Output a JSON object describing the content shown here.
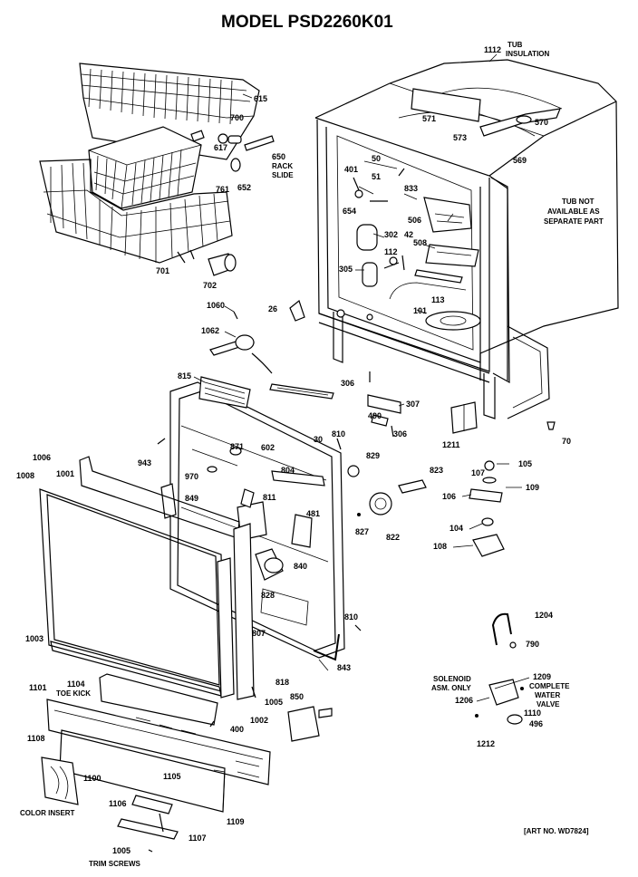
{
  "title": "MODEL PSD2260K01",
  "art_number": "[ART NO. WD7824]",
  "captions": {
    "tub_insulation": [
      "TUB",
      "INSULATION"
    ],
    "rack_slide": [
      "RACK",
      "SLIDE"
    ],
    "tub_not_available": [
      "TUB NOT",
      "AVAILABLE AS",
      "SEPARATE PART"
    ],
    "toe_kick": "TOE KICK",
    "color_insert": "COLOR INSERT",
    "trim_screws": "TRIM SCREWS",
    "solenoid": [
      "SOLENOID",
      "ASM. ONLY"
    ],
    "complete_water_valve": [
      "COMPLETE",
      "WATER",
      "VALVE"
    ]
  },
  "parts": {
    "p1112": "1112",
    "p615": "615",
    "p700": "700",
    "p617": "617",
    "p650": "650",
    "p652": "652",
    "p761": "761",
    "p701": "701",
    "p702": "702",
    "p571": "571",
    "p573": "573",
    "p570": "570",
    "p569": "569",
    "p50": "50",
    "p51": "51",
    "p401": "401",
    "p833": "833",
    "p654": "654",
    "p506": "506",
    "p302": "302",
    "p42": "42",
    "p508": "508",
    "p112": "112",
    "p305": "305",
    "p113": "113",
    "p101": "101",
    "p26": "26",
    "p1060": "1060",
    "p1062": "1062",
    "p815": "815",
    "p306a": "306",
    "p307": "307",
    "p490": "490",
    "p306b": "306",
    "p1211": "1211",
    "p70": "70",
    "p810a": "810",
    "p30": "30",
    "p943": "943",
    "p871": "871",
    "p602": "602",
    "p804": "804",
    "p829": "829",
    "p823": "823",
    "p107": "107",
    "p105": "105",
    "p109": "109",
    "p106": "106",
    "p104": "104",
    "p108": "108",
    "p1006": "1006",
    "p1008": "1008",
    "p1001": "1001",
    "p970": "970",
    "p849": "849",
    "p811": "811",
    "p481": "481",
    "p827": "827",
    "p822": "822",
    "p840": "840",
    "p828": "828",
    "p807": "807",
    "p810b": "810",
    "p843": "843",
    "p1003": "1003",
    "p1204": "1204",
    "p790": "790",
    "p1104": "1104",
    "p1101": "1101",
    "p818": "818",
    "p1005a": "1005",
    "p1002": "1002",
    "p400": "400",
    "p850": "850",
    "p1209": "1209",
    "p1206": "1206",
    "p1110": "1110",
    "p496": "496",
    "p1212": "1212",
    "p1108": "1108",
    "p1100": "1100",
    "p1105": "1105",
    "p1106": "1106",
    "p1109": "1109",
    "p1107": "1107",
    "p1005b": "1005"
  }
}
